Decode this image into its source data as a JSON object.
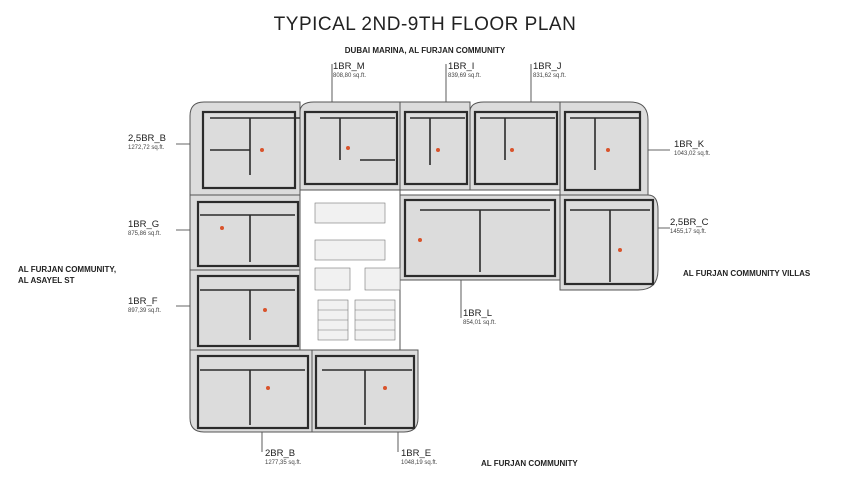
{
  "title": "TYPICAL 2ND-9TH FLOOR PLAN",
  "sides": {
    "top": "DUBAI MARINA, AL FURJAN COMMUNITY",
    "left_line1": "AL FURJAN COMMUNITY,",
    "left_line2": "AL ASAYEL ST",
    "right": "AL FURJAN COMMUNITY VILLAS",
    "bottom": "AL FURJAN COMMUNITY"
  },
  "units": [
    {
      "code": "1BR_M",
      "area": "808,80 sq.ft."
    },
    {
      "code": "1BR_I",
      "area": "839,69 sq.ft."
    },
    {
      "code": "1BR_J",
      "area": "831,62 sq.ft."
    },
    {
      "code": "2,5BR_B",
      "area": "1272,72 sq.ft."
    },
    {
      "code": "1BR_K",
      "area": "1043,02 sq.ft."
    },
    {
      "code": "1BR_G",
      "area": "875,86 sq.ft."
    },
    {
      "code": "2,5BR_C",
      "area": "1455,17 sq.ft."
    },
    {
      "code": "1BR_F",
      "area": "897,39 sq.ft."
    },
    {
      "code": "1BR_L",
      "area": "854,01 sq.ft."
    },
    {
      "code": "2BR_B",
      "area": "1277,35 sq.ft."
    },
    {
      "code": "1BR_E",
      "area": "1048,19 sq.ft."
    }
  ],
  "colors": {
    "unit_fill": "#dcdcdc",
    "wall": "#2b2b2b",
    "core_fill": "#ffffff",
    "accent_dot": "#d9532b"
  }
}
